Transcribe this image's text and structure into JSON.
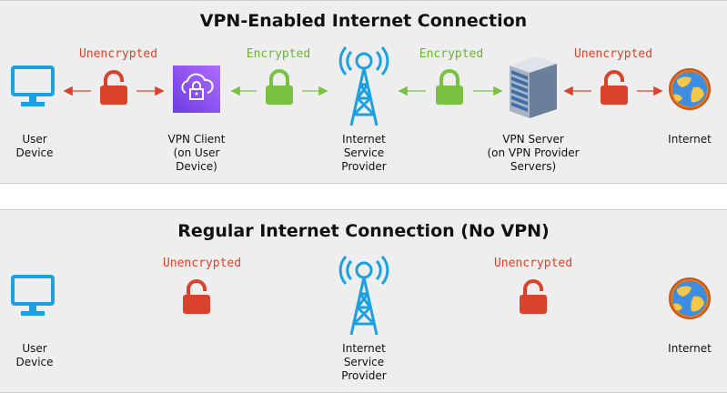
{
  "colors": {
    "red": "#d9432b",
    "green": "#7ac142",
    "blue": "#1ba1e2",
    "purple": "#8c4fff"
  },
  "top": {
    "title": "VPN-Enabled Internet Connection",
    "nodes": {
      "user_device": "User\nDevice",
      "vpn_client": "VPN Client\n(on User\nDevice)",
      "isp": "Internet\nService\nProvider",
      "vpn_server": "VPN Server\n(on VPN Provider\nServers)",
      "internet": "Internet"
    },
    "links": {
      "l1": "Unencrypted",
      "l2": "Encrypted",
      "l3": "Encrypted",
      "l4": "Unencrypted"
    }
  },
  "bottom": {
    "title": "Regular Internet Connection (No VPN)",
    "nodes": {
      "user_device": "User\nDevice",
      "isp": "Internet\nService\nProvider",
      "internet": "Internet"
    },
    "links": {
      "l1": "Unencrypted",
      "l2": "Unencrypted"
    }
  }
}
